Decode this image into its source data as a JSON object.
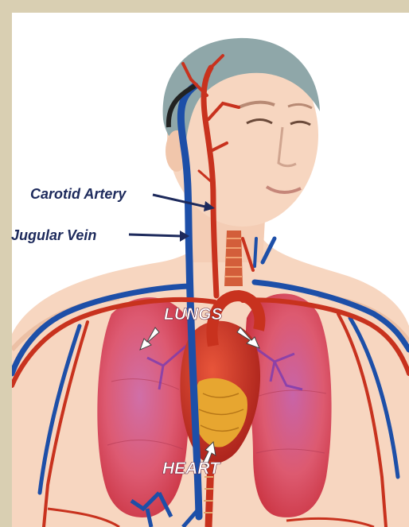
{
  "labels": {
    "carotid_artery": "Carotid Artery",
    "jugular_vein": "Jugular Vein",
    "lungs": "LUNGS",
    "heart": "HEART"
  },
  "colors": {
    "frame": "#d9cfb2",
    "skin": "#f7d6c0",
    "hair": "#8fa7a9",
    "artery": "#c8321e",
    "vein": "#1d4fa8",
    "lung": "#d94c5a",
    "heart": "#c7301f",
    "fat": "#e7a630",
    "label_dark": "#1d2a5c",
    "label_light": "#ffffff"
  }
}
